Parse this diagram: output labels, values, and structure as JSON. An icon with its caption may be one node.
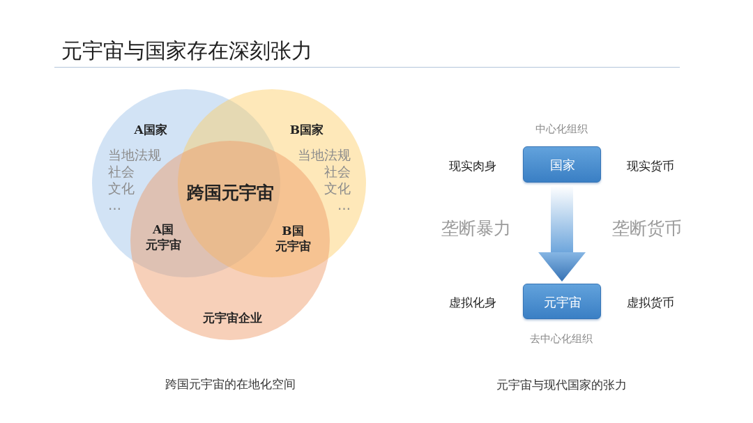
{
  "diagram": {
    "title": "元宇宙与国家存在深刻张力",
    "nodes": [
      {
        "text": [
          "A国家",
          "当地法规",
          "社会",
          "文化",
          "…"
        ]
      },
      {
        "text": [
          "B国家",
          "当地法规",
          "社会",
          "文化",
          "…"
        ]
      },
      {
        "text": [
          "元宇宙企业"
        ]
      },
      {
        "text": [
          "国家"
        ],
        "beside": [
          "中心化组织",
          "现实肉身",
          "现实货币"
        ]
      },
      {
        "text": [
          "元宇宙"
        ],
        "beside": [
          "虚拟化身",
          "虚拟货币",
          "去中心化组织"
        ]
      }
    ],
    "edges": [
      {
        "from": 3,
        "to": 4,
        "arrow": "to",
        "style": "thick"
      }
    ],
    "labels": [
      "跨国元宇宙",
      "A国元宇宙",
      "B国元宇宙",
      "垄断暴力",
      "垄断货币",
      "跨国元宇宙的在地化空间",
      "元宇宙与现代国家的张力"
    ]
  }
}
